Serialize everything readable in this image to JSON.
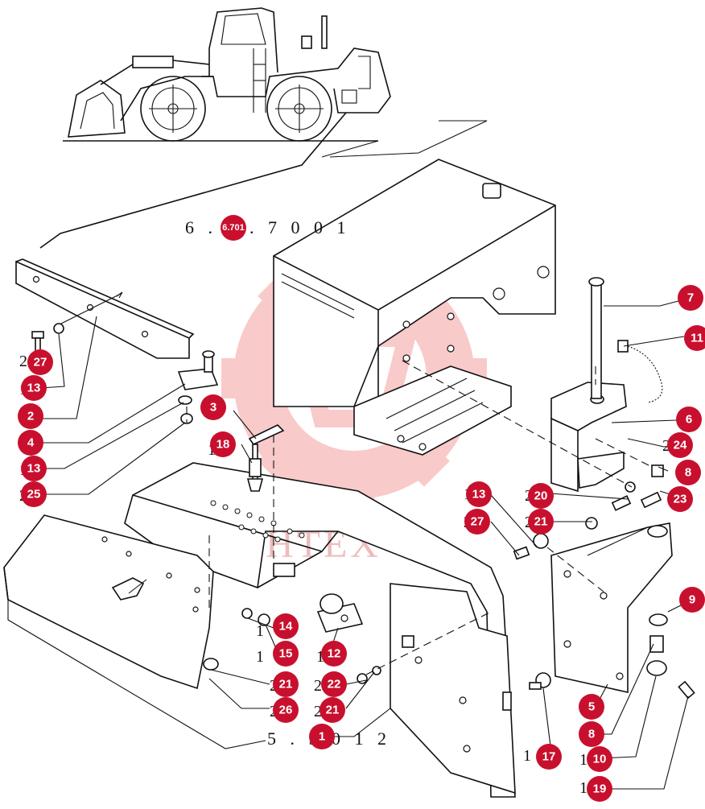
{
  "watermark": {
    "text": "HTEX",
    "color": "#f28b8b"
  },
  "references": {
    "tank_ref": "6 . 6 . 7 0 0 1",
    "fender_ref": "5 . 5 0 1 2"
  },
  "callout_color": "#c8102e",
  "callouts": {
    "c1": "1",
    "c2": "2",
    "c3": "3",
    "c4": "4",
    "c5": "5",
    "c6": "6",
    "c7": "7",
    "c8a": "8",
    "c8b": "8",
    "c9": "9",
    "c10": "10",
    "c11": "11",
    "c12": "12",
    "c13a": "13",
    "c13b": "13",
    "c13c": "13",
    "c14": "14",
    "c15": "15",
    "c17": "17",
    "c18": "18",
    "c19": "19",
    "c20": "20",
    "c21a": "21",
    "c21b": "21",
    "c21c": "21",
    "c22": "22",
    "c23": "23",
    "c24": "24",
    "c25": "25",
    "c26": "26",
    "c27a": "27",
    "c27b": "27",
    "c_tank": "6.701"
  }
}
